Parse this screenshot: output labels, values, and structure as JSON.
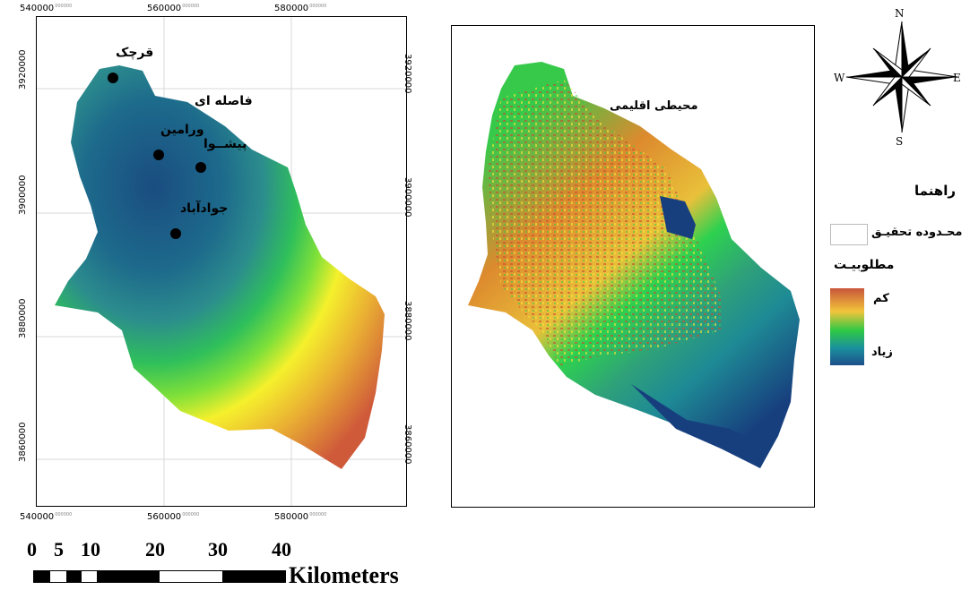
{
  "left_map": {
    "x_ticks": [
      "540000",
      "560000",
      "580000"
    ],
    "x_tick_suffix": "000000",
    "y_ticks": [
      "3920000",
      "3900000",
      "3880000",
      "3860000"
    ],
    "y_tick_suffix": "000000",
    "places": [
      {
        "name": "قرچک",
        "key": "qarchak"
      },
      {
        "name": "فاصله ای",
        "key": "distance"
      },
      {
        "name": "ورامین",
        "key": "varamin"
      },
      {
        "name": "پیشــوا",
        "key": "pishva"
      },
      {
        "name": "جوادآباد",
        "key": "javadabad"
      }
    ]
  },
  "right_map": {
    "title": "محیطی اقلیمی"
  },
  "compass": {
    "n": "N",
    "s": "S",
    "e": "E",
    "w": "W"
  },
  "legend": {
    "title": "راهنما",
    "study_area": "محـدوده تحقیـق",
    "suitability": "مطلوبیـت",
    "low": "کم",
    "high": "زیاد",
    "ramp_colors": [
      "#c8553a",
      "#f2c43a",
      "#2ec845",
      "#1b8f9e",
      "#1d4f8a"
    ]
  },
  "scale_bar": {
    "labels": [
      "0",
      "5",
      "10",
      "20",
      "30",
      "40"
    ],
    "unit": "Kilometers"
  }
}
